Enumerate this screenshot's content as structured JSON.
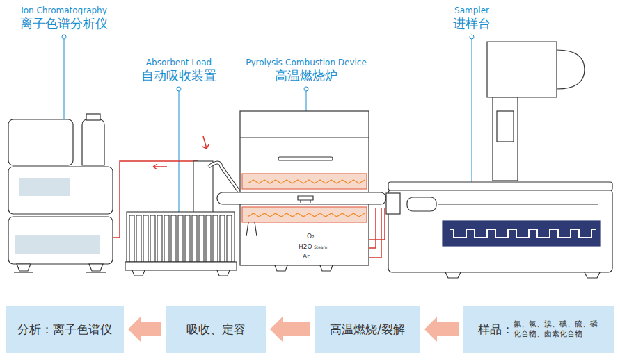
{
  "diagram": {
    "nodes": [
      {
        "text": [
          "分析：离子色谱仪"
        ]
      },
      {
        "text": [
          "吸收、定容"
        ]
      },
      {
        "text": [
          "高温燃烧/裂解"
        ]
      },
      {
        "text": [
          "样品：",
          "氟、氯、溴、碘、硫、磷 化合物、卤素化合物"
        ]
      }
    ],
    "edges": [
      {
        "from": 3,
        "to": 2,
        "arrow": "to"
      },
      {
        "from": 2,
        "to": 1,
        "arrow": "to"
      },
      {
        "from": 1,
        "to": 0,
        "arrow": "to"
      }
    ],
    "labels": [
      "Ion Chromatography",
      "离子色谱分析仪",
      "Absorbent Load",
      "自动吸收装置",
      "Pyrolysis-Combustion Device",
      "高温燃烧炉",
      "Sampler",
      "进样台",
      "O₂",
      "H2O",
      "Steam",
      "Ar"
    ]
  }
}
